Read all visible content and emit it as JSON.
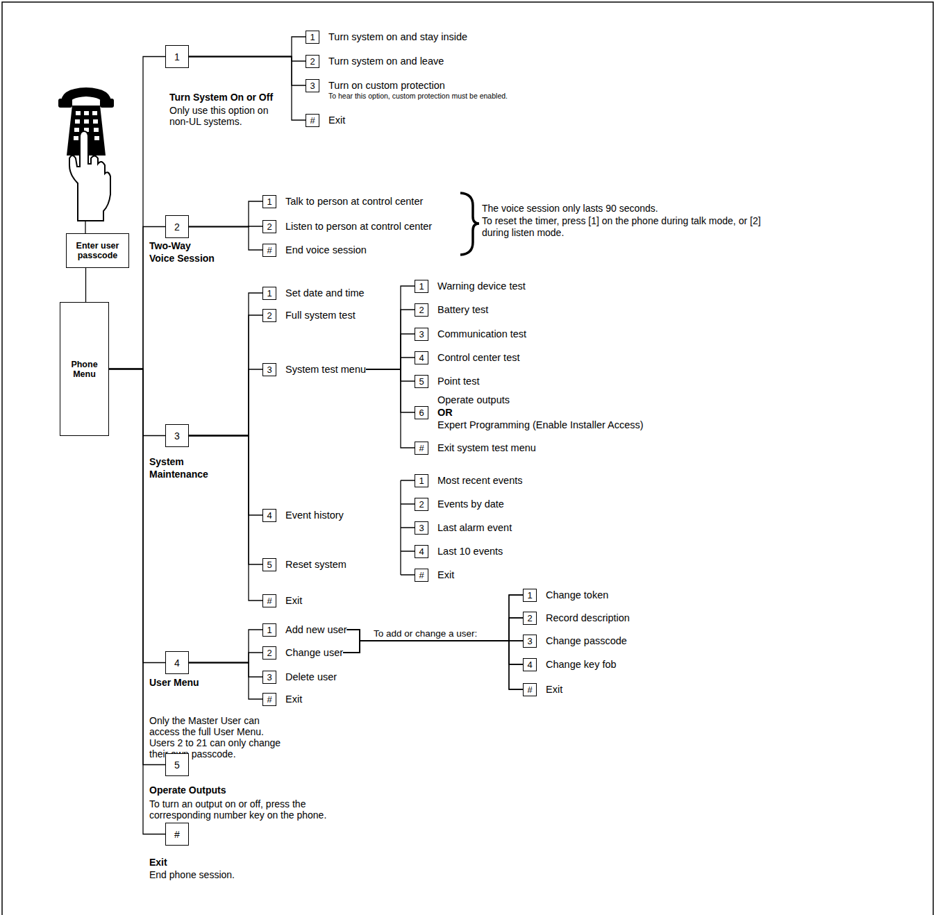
{
  "diagram": {
    "nodes": [
      {
        "text": [
          "Enter user passcode"
        ]
      },
      {
        "text": [
          "Phone Menu"
        ]
      },
      {
        "text": [
          "1",
          "Turn System On or Off",
          "Only use this option on non-UL systems."
        ]
      },
      {
        "text": [
          "1",
          "Turn system on and stay inside"
        ]
      },
      {
        "text": [
          "2",
          "Turn system on and leave"
        ]
      },
      {
        "text": [
          "3",
          "Turn on custom protection",
          "To hear this option, custom protection must be enabled."
        ]
      },
      {
        "text": [
          "#",
          "Exit"
        ]
      },
      {
        "text": [
          "2",
          "Two-Way Voice Session"
        ]
      },
      {
        "text": [
          "1",
          "Talk to person at control center"
        ]
      },
      {
        "text": [
          "2",
          "Listen to person at control center"
        ]
      },
      {
        "text": [
          "#",
          "End voice session"
        ]
      },
      {
        "text": [
          "3",
          "System Maintenance"
        ]
      },
      {
        "text": [
          "1",
          "Set date and time"
        ]
      },
      {
        "text": [
          "2",
          "Full system test"
        ]
      },
      {
        "text": [
          "3",
          "System test menu"
        ]
      },
      {
        "text": [
          "1",
          "Warning device test"
        ]
      },
      {
        "text": [
          "2",
          "Battery test"
        ]
      },
      {
        "text": [
          "3",
          "Communication test"
        ]
      },
      {
        "text": [
          "4",
          "Control center test"
        ]
      },
      {
        "text": [
          "5",
          "Point test"
        ]
      },
      {
        "text": [
          "6",
          "Operate outputs",
          "OR",
          "Expert Programming (Enable Installer Access)"
        ]
      },
      {
        "text": [
          "#",
          "Exit system test menu"
        ]
      },
      {
        "text": [
          "4",
          "Event history"
        ]
      },
      {
        "text": [
          "1",
          "Most recent events"
        ]
      },
      {
        "text": [
          "2",
          "Events by date"
        ]
      },
      {
        "text": [
          "3",
          "Last alarm event"
        ]
      },
      {
        "text": [
          "4",
          "Last 10 events"
        ]
      },
      {
        "text": [
          "#",
          "Exit"
        ]
      },
      {
        "text": [
          "5",
          "Reset system"
        ]
      },
      {
        "text": [
          "#",
          "Exit"
        ]
      },
      {
        "text": [
          "4",
          "User Menu",
          "Only the Master User can access the full User Menu. Users 2 to 21 can only change their own passcode."
        ]
      },
      {
        "text": [
          "1",
          "Add new user"
        ]
      },
      {
        "text": [
          "2",
          "Change user"
        ]
      },
      {
        "text": [
          "3",
          "Delete user"
        ]
      },
      {
        "text": [
          "#",
          "Exit"
        ]
      },
      {
        "text": [
          "1",
          "Change token"
        ]
      },
      {
        "text": [
          "2",
          "Record description"
        ]
      },
      {
        "text": [
          "3",
          "Change passcode"
        ]
      },
      {
        "text": [
          "4",
          "Change key fob"
        ]
      },
      {
        "text": [
          "#",
          "Exit"
        ]
      },
      {
        "text": [
          "5",
          "Operate Outputs",
          "To turn an output on or off, press the corresponding number key on the phone."
        ]
      },
      {
        "text": [
          "#",
          "Exit",
          "End phone session."
        ]
      }
    ],
    "edges": [
      {
        "from": 0,
        "to": 1,
        "arrow": "none"
      },
      {
        "from": 1,
        "to": 2,
        "arrow": "none"
      },
      {
        "from": 1,
        "to": 7,
        "arrow": "none"
      },
      {
        "from": 1,
        "to": 11,
        "arrow": "none"
      },
      {
        "from": 1,
        "to": 30,
        "arrow": "none"
      },
      {
        "from": 1,
        "to": 40,
        "arrow": "none"
      },
      {
        "from": 1,
        "to": 41,
        "arrow": "none"
      },
      {
        "from": 2,
        "to": 3,
        "arrow": "none"
      },
      {
        "from": 2,
        "to": 4,
        "arrow": "none"
      },
      {
        "from": 2,
        "to": 5,
        "arrow": "none"
      },
      {
        "from": 2,
        "to": 6,
        "arrow": "none"
      },
      {
        "from": 7,
        "to": 8,
        "arrow": "none"
      },
      {
        "from": 7,
        "to": 9,
        "arrow": "none"
      },
      {
        "from": 7,
        "to": 10,
        "arrow": "none"
      },
      {
        "from": 11,
        "to": 12,
        "arrow": "none"
      },
      {
        "from": 11,
        "to": 13,
        "arrow": "none"
      },
      {
        "from": 11,
        "to": 14,
        "arrow": "none"
      },
      {
        "from": 11,
        "to": 22,
        "arrow": "none"
      },
      {
        "from": 11,
        "to": 28,
        "arrow": "none"
      },
      {
        "from": 11,
        "to": 29,
        "arrow": "none"
      },
      {
        "from": 14,
        "to": 15,
        "arrow": "none"
      },
      {
        "from": 14,
        "to": 16,
        "arrow": "none"
      },
      {
        "from": 14,
        "to": 17,
        "arrow": "none"
      },
      {
        "from": 14,
        "to": 18,
        "arrow": "none"
      },
      {
        "from": 14,
        "to": 19,
        "arrow": "none"
      },
      {
        "from": 14,
        "to": 20,
        "arrow": "none"
      },
      {
        "from": 14,
        "to": 21,
        "arrow": "none"
      },
      {
        "from": 30,
        "to": 31,
        "arrow": "none"
      },
      {
        "from": 30,
        "to": 32,
        "arrow": "none"
      },
      {
        "from": 30,
        "to": 33,
        "arrow": "none"
      },
      {
        "from": 30,
        "to": 34,
        "arrow": "none"
      },
      {
        "from": 31,
        "to": 35,
        "arrow": "none"
      },
      {
        "from": 31,
        "to": 36,
        "arrow": "none"
      },
      {
        "from": 31,
        "to": 37,
        "arrow": "none"
      },
      {
        "from": 31,
        "to": 38,
        "arrow": "none"
      },
      {
        "from": 31,
        "to": 39,
        "arrow": "none"
      },
      {
        "from": 32,
        "to": 35,
        "arrow": "none"
      },
      {
        "from": 32,
        "to": 36,
        "arrow": "none"
      },
      {
        "from": 32,
        "to": 37,
        "arrow": "none"
      },
      {
        "from": 32,
        "to": 38,
        "arrow": "none"
      },
      {
        "from": 32,
        "to": 39,
        "arrow": "none"
      }
    ],
    "labels": [
      "The voice session only lasts 90 seconds.",
      "To reset the timer, press [1] on the phone during talk mode, or [2] during listen mode.",
      "To add or change a user:"
    ]
  }
}
